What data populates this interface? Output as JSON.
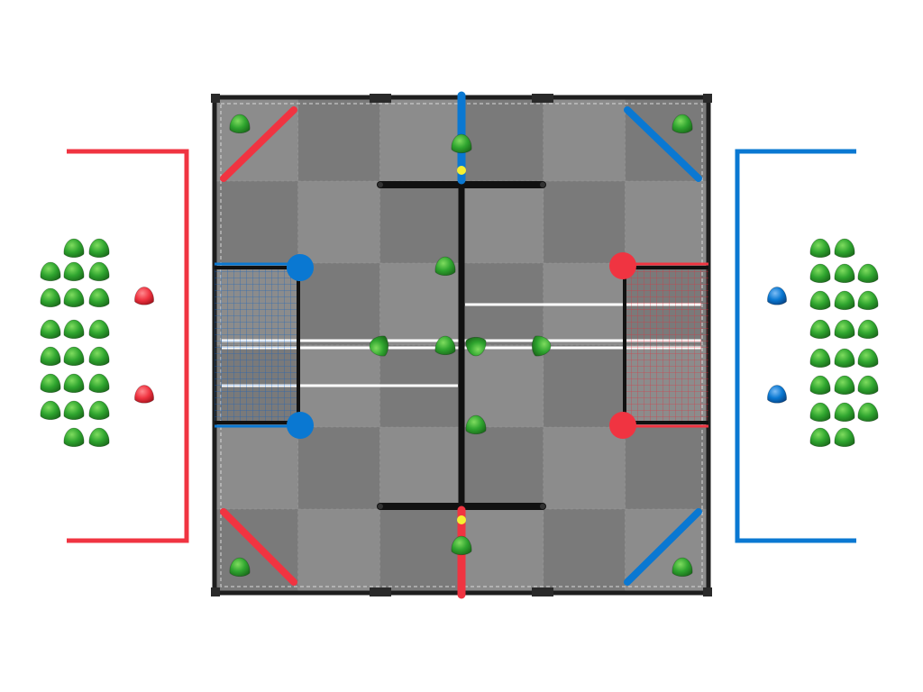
{
  "scene": {
    "background": "#ffffff",
    "field_tile_light": "#8c8c8c",
    "field_tile_dark": "#7a7a7a",
    "frame_color": "#1e1e1e",
    "red": "#f03441",
    "blue": "#0a78d2",
    "green": "#2fa52f",
    "yellow": "#f5f032",
    "net_red": "#e0303c",
    "net_blue": "#1060c0"
  },
  "red_station": {
    "triballs_count": 22,
    "match_loads": 2
  },
  "blue_station": {
    "triballs_count": 22,
    "match_loads": 2
  },
  "field": {
    "triballs_on_field": 12,
    "goals": [
      "red-goal",
      "blue-goal"
    ],
    "elevation_bars": [
      "red-elevation-bar",
      "blue-elevation-bar"
    ]
  }
}
